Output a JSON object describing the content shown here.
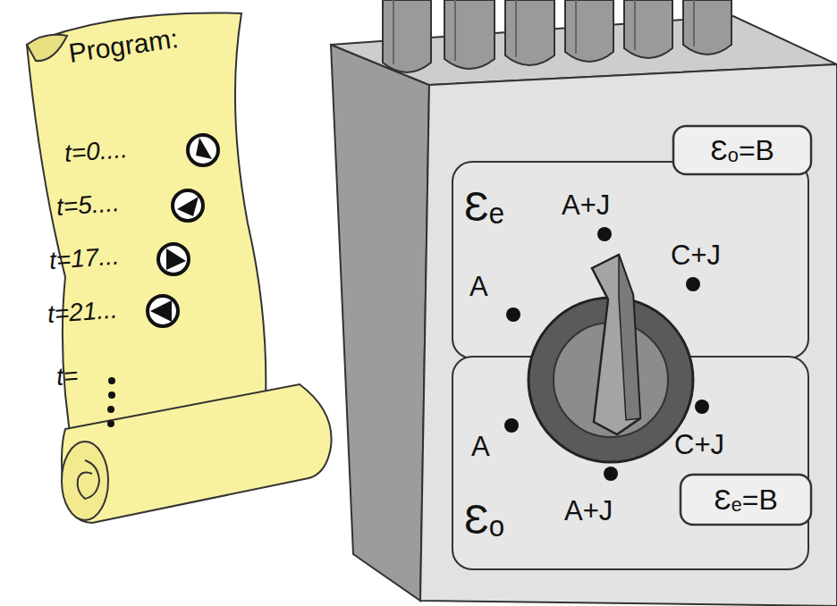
{
  "diagram": {
    "nodes": [
      {
        "text": [
          "Program:",
          "t=0....",
          "t=5....",
          "t=17...",
          "t=21...",
          "t="
        ]
      },
      {
        "text": [
          "Ɛₑ"
        ]
      },
      {
        "text": [
          "Ɛₒ=B"
        ],
        "in": 1
      },
      {
        "text": [
          "Ɛₒ"
        ]
      },
      {
        "text": [
          "Ɛₑ=B"
        ],
        "in": 3
      }
    ],
    "labels": [
      "A+J",
      "C+J",
      "A",
      "A",
      "C+J",
      "A+J"
    ]
  }
}
